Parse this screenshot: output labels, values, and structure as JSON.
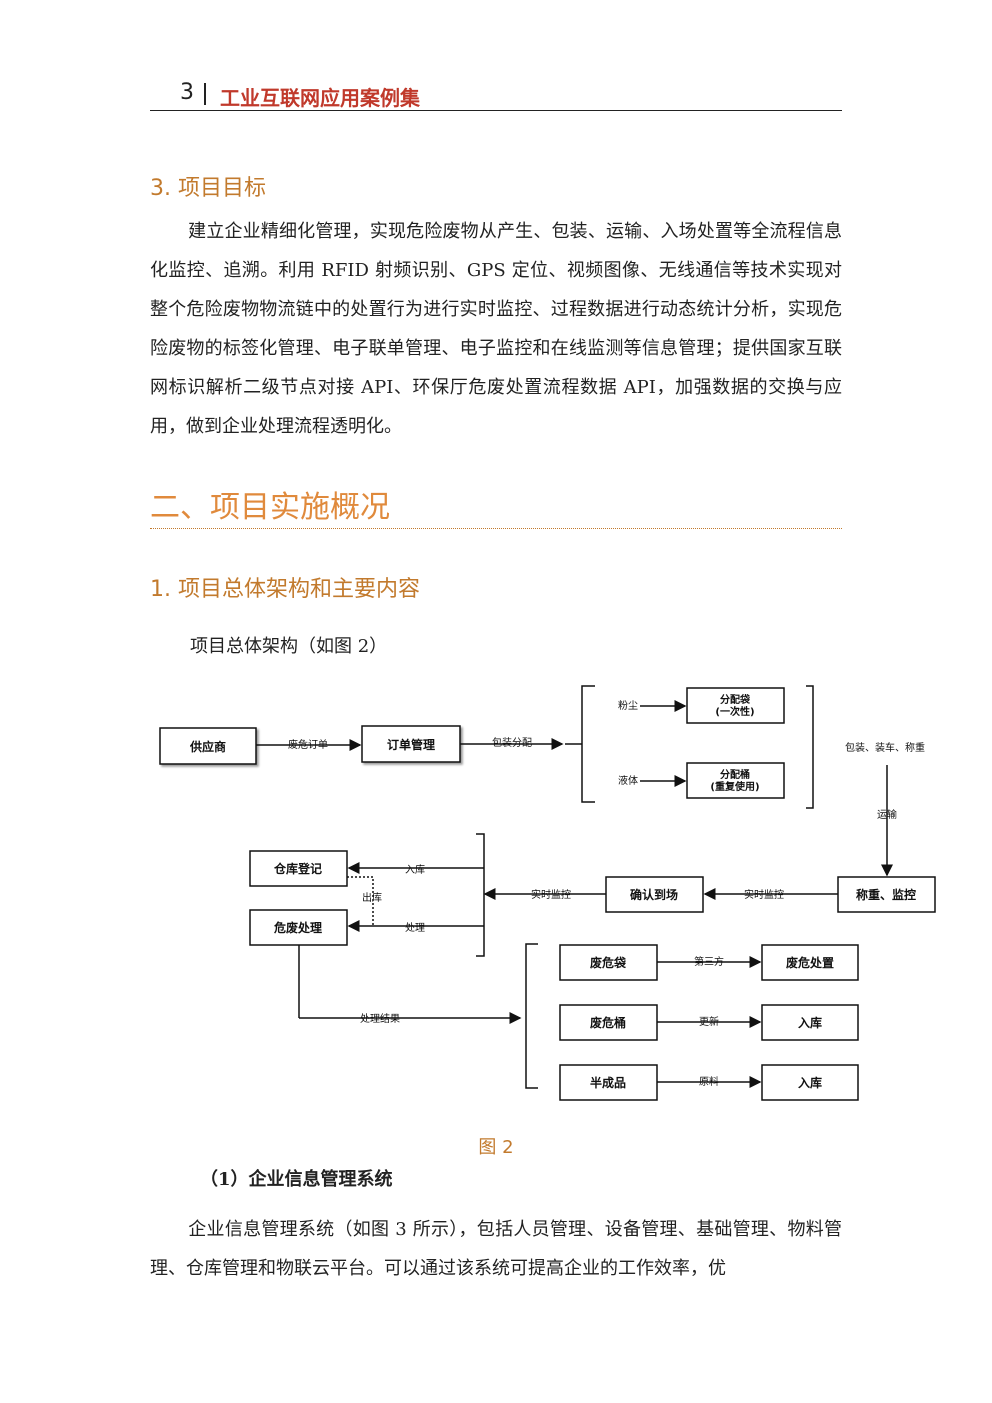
{
  "header": {
    "page_number": "3",
    "title": "工业互联网应用案例集"
  },
  "section_goal": {
    "heading": "3. 项目目标",
    "paragraph": "建立企业精细化管理，实现危险废物从产生、包装、运输、入场处置等全流程信息化监控、追溯。利用 RFID 射频识别、GPS 定位、视频图像、无线通信等技术实现对整个危险废物物流链中的处置行为进行实时监控、过程数据进行动态统计分析，实现危险废物的标签化管理、电子联单管理、电子监控和在线监测等信息管理；提供国家互联网标识解析二级节点对接 API、环保厅危废处置流程数据 API，加强数据的交换与应用，做到企业处理流程透明化。"
  },
  "section_impl": {
    "heading": "二、项目实施概况"
  },
  "section_arch": {
    "heading": "1. 项目总体架构和主要内容",
    "intro": "项目总体架构（如图 2）"
  },
  "diagram": {
    "supplier": "供应商",
    "order_mgmt": "订单管理",
    "hazard_order": "废危订单",
    "pack_dist": "包装分配",
    "dust": "粉尘",
    "liquid": "液体",
    "bag_l1": "分配袋",
    "bag_l2": "(一次性)",
    "bucket_l1": "分配桶",
    "bucket_l2": "(重复使用)",
    "pack_load_weigh": "包装、装车、称重",
    "transport": "运输",
    "weigh_monitor": "称重、监控",
    "realtime1": "实时监控",
    "confirm_arrival": "确认到场",
    "realtime2": "实时监控",
    "warehouse_reg": "仓库登记",
    "hazard_process": "危废处理",
    "inbound": "入库",
    "outbound": "出库",
    "process": "处理",
    "process_result": "处理结果",
    "waste_bag": "废危袋",
    "third_party": "第三方",
    "waste_disposal": "废危处置",
    "waste_bucket": "废危桶",
    "update": "更新",
    "store1": "入库",
    "semi_product": "半成品",
    "raw_material": "原料",
    "store2": "入库"
  },
  "figure_caption": "图 2",
  "subsection": {
    "heading": "（1）企业信息管理系统",
    "paragraph": "企业信息管理系统（如图 3 所示），包括人员管理、设备管理、基础管理、物料管理、仓库管理和物联云平台。可以通过该系统可提高企业的工作效率，优"
  }
}
